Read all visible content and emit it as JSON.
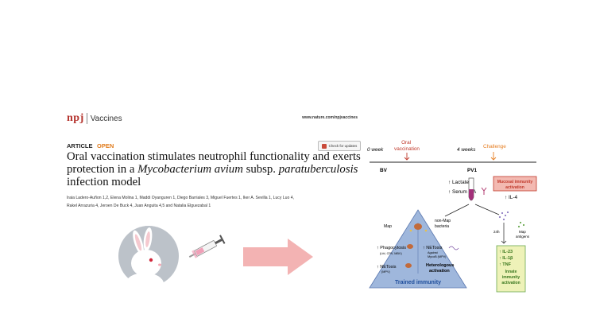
{
  "journal": {
    "logo": "npj",
    "name": "Vaccines",
    "url": "www.nature.com/npjvaccines"
  },
  "article": {
    "type": "ARTICLE",
    "access": "OPEN",
    "check_updates": "Check for updates",
    "title_part1": "Oral vaccination stimulates neutrophil functionality and exerts protection in a ",
    "title_italic": "Mycobacterium avium",
    "title_part2": " subsp. ",
    "title_italic2": "paratuberculosis",
    "title_part3": " infection model",
    "authors_line1": "Iraia Ladero-Auñon 1,2, Elena Molina 1, Maddi Oyanguren 1, Diego Barriales 3, Miguel Fuertes 1, Iker A. Sevilla 1, Lucy Luo 4,",
    "authors_line2": "Rakel Arrazuria 4, Jeroen De Buck 4, Juan Anguita 4,5 and Natalia Elguezabal 1"
  },
  "diagram": {
    "week0": "0 week",
    "oral_vaccination": "Oral\nvaccination",
    "week4": "4 weeks",
    "challenge": "Challenge",
    "bv": "BV",
    "pv1": "PV1",
    "lactate": "Lactate",
    "serum_iga": "Serum IgA",
    "mucosal_line1": "Mucosal immunity",
    "mucosal_line2": "activation",
    "il4": "IL-4",
    "map_left": "Map",
    "non_map_line1": "non-Map",
    "non_map_line2": "bacteria",
    "h24": "24h",
    "map_antigens_line1": "Map",
    "map_antigens_line2": "antigens",
    "phagocytosis": "Phagocytosis",
    "phago_sub": "(Lfd, CPV, MBV)",
    "netosis_left": "NETosis",
    "netosis_left_sub": "(MPV)",
    "netosis_right": "NETosis",
    "netosis_right_sub1": "Against",
    "netosis_right_sub2": "MycoB (MPV)",
    "heterologous_line1": "Heterologous",
    "heterologous_line2": "activation",
    "trained_immunity": "Trained immunity",
    "il23": "IL-23",
    "il1b": "IL-1β",
    "tnf": "TNF",
    "innate_line1": "Innate",
    "innate_line2": "immunity",
    "innate_line3": "activation",
    "colors": {
      "red": "#c0392b",
      "orange": "#e67e22",
      "triangle": "#9fb7dc",
      "pink_box": "#f3b9b1",
      "green_box": "#eef2b8"
    }
  }
}
